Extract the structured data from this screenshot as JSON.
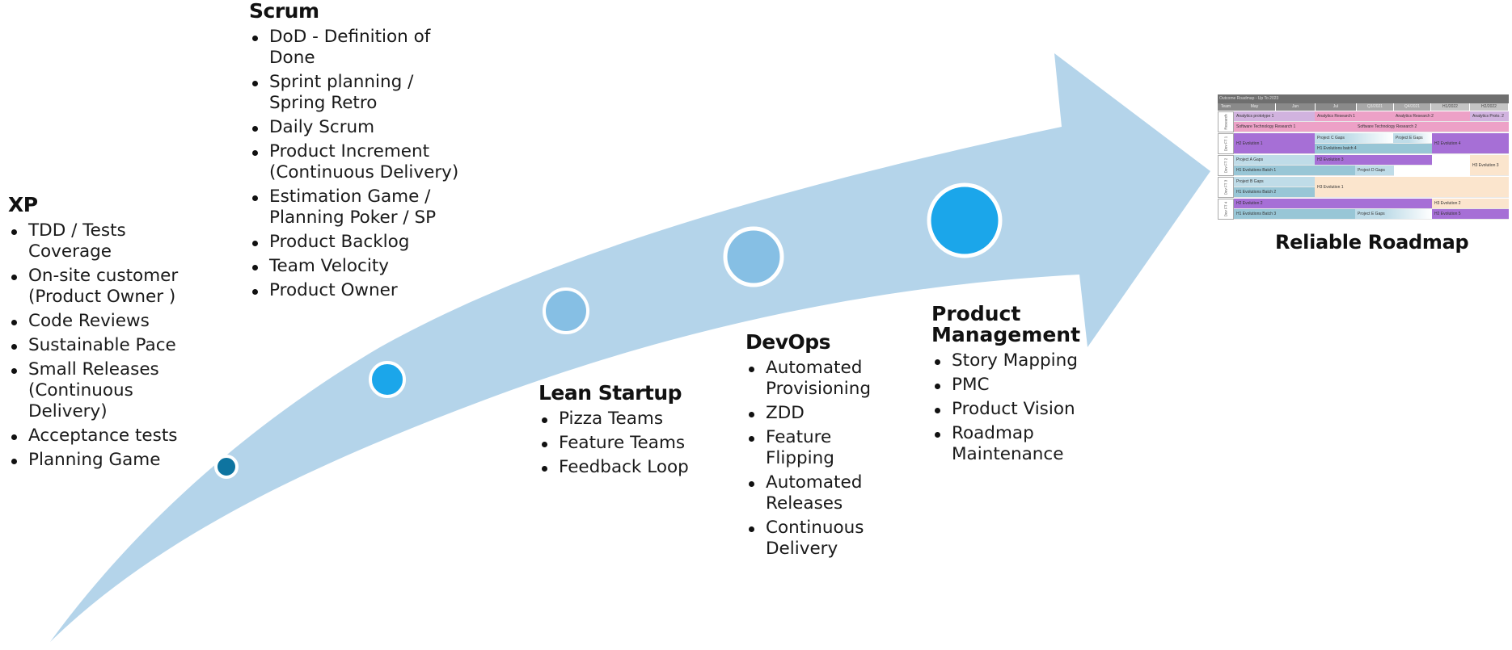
{
  "colors": {
    "arrow": "#b4d4ea",
    "circle_dark": "#0e74a0",
    "circle_bright": "#1ba6ea",
    "circle_light": "#86bfe4",
    "circle_ring": "#ffffff"
  },
  "milestones": [
    {
      "name": "milestone-1",
      "color": "#0e74a0"
    },
    {
      "name": "milestone-2",
      "color": "#1ba6ea"
    },
    {
      "name": "milestone-3",
      "color": "#86bfe4"
    },
    {
      "name": "milestone-4",
      "color": "#86bfe4"
    },
    {
      "name": "milestone-5",
      "color": "#1ba6ea"
    }
  ],
  "stages": {
    "xp": {
      "title": "XP",
      "items": [
        "TDD / Tests Coverage",
        "On-site customer (Product Owner )",
        "Code Reviews",
        "Sustainable Pace",
        "Small Releases (Continuous Delivery)",
        "Acceptance tests",
        "Planning Game"
      ]
    },
    "scrum": {
      "title": "Scrum",
      "items": [
        "DoD - Definition of Done",
        "Sprint planning / Spring Retro",
        "Daily Scrum",
        "Product Increment (Continuous Delivery)",
        "Estimation Game / Planning Poker / SP",
        "Product Backlog",
        "Team Velocity",
        "Product Owner"
      ]
    },
    "lean": {
      "title": "Lean Startup",
      "items": [
        "Pizza Teams",
        "Feature Teams",
        "Feedback Loop"
      ]
    },
    "devops": {
      "title": "DevOps",
      "items": [
        "Automated Provisioning",
        "ZDD",
        "Feature Flipping",
        "Automated Releases",
        "Continuous Delivery"
      ]
    },
    "pm": {
      "title": "Product Management",
      "items": [
        "Story Mapping",
        "PMC",
        "Product Vision",
        "Roadmap Maintenance"
      ]
    }
  },
  "roadmap": {
    "title": "Outcome Roadmap - Up To 2023",
    "caption": "Reliable Roadmap",
    "team_header": "Team",
    "columns": [
      "May",
      "Jun",
      "Jul",
      "Q3/2021",
      "Q4/2021",
      "H1/2022",
      "H2/2022"
    ],
    "teams": [
      "Research",
      "Dev FT 1",
      "Dev FT 2",
      "Dev FT 3",
      "Dev FT 4"
    ],
    "cells": [
      {
        "label": "Analytics prototype 1",
        "color": "#d1b3df"
      },
      {
        "label": "Analytics Research 1",
        "color": "#eda1c7"
      },
      {
        "label": "Analytics Research 2",
        "color": "#eda1c7"
      },
      {
        "label": "Analytics Proto. 2",
        "color": "#d1b3df"
      },
      {
        "label": "Software Technology Research 1",
        "color": "#eda1c7"
      },
      {
        "label": "Software Technology Research 2",
        "color": "#eda1c7"
      },
      {
        "label": "H2 Evolution 1",
        "color": "#a66fd6"
      },
      {
        "label": "Project C Gaps",
        "color": "#bfdce8"
      },
      {
        "label": "Project E Gaps",
        "color": "#bfdce8"
      },
      {
        "label": "H1 Evolutions batch 4",
        "color": "#98c6d6"
      },
      {
        "label": "H2 Evolution 4",
        "color": "#a66fd6"
      },
      {
        "label": "Project A Gaps",
        "color": "#bfdce8"
      },
      {
        "label": "H2 Evolution 3",
        "color": "#a66fd6"
      },
      {
        "label": "H3 Evolution 3",
        "color": "#fbe5cd"
      },
      {
        "label": "H1 Evolutions Batch 1",
        "color": "#98c6d6"
      },
      {
        "label": "Project D Gaps",
        "color": "#bfdce8"
      },
      {
        "label": "Project B Gaps",
        "color": "#bfdce8"
      },
      {
        "label": "H3 Evolution 1",
        "color": "#fbe5cd"
      },
      {
        "label": "H1 Evolutions Batch 2",
        "color": "#98c6d6"
      },
      {
        "label": "H2 Evolution 2",
        "color": "#a66fd6"
      },
      {
        "label": "H3 Evolution 2",
        "color": "#fbe5cd"
      },
      {
        "label": "H1 Evolutions Batch 3",
        "color": "#98c6d6"
      },
      {
        "label": "Project E Gaps",
        "color": "#bfdce8"
      },
      {
        "label": "H2 Evolution 5",
        "color": "#a66fd6"
      }
    ]
  }
}
